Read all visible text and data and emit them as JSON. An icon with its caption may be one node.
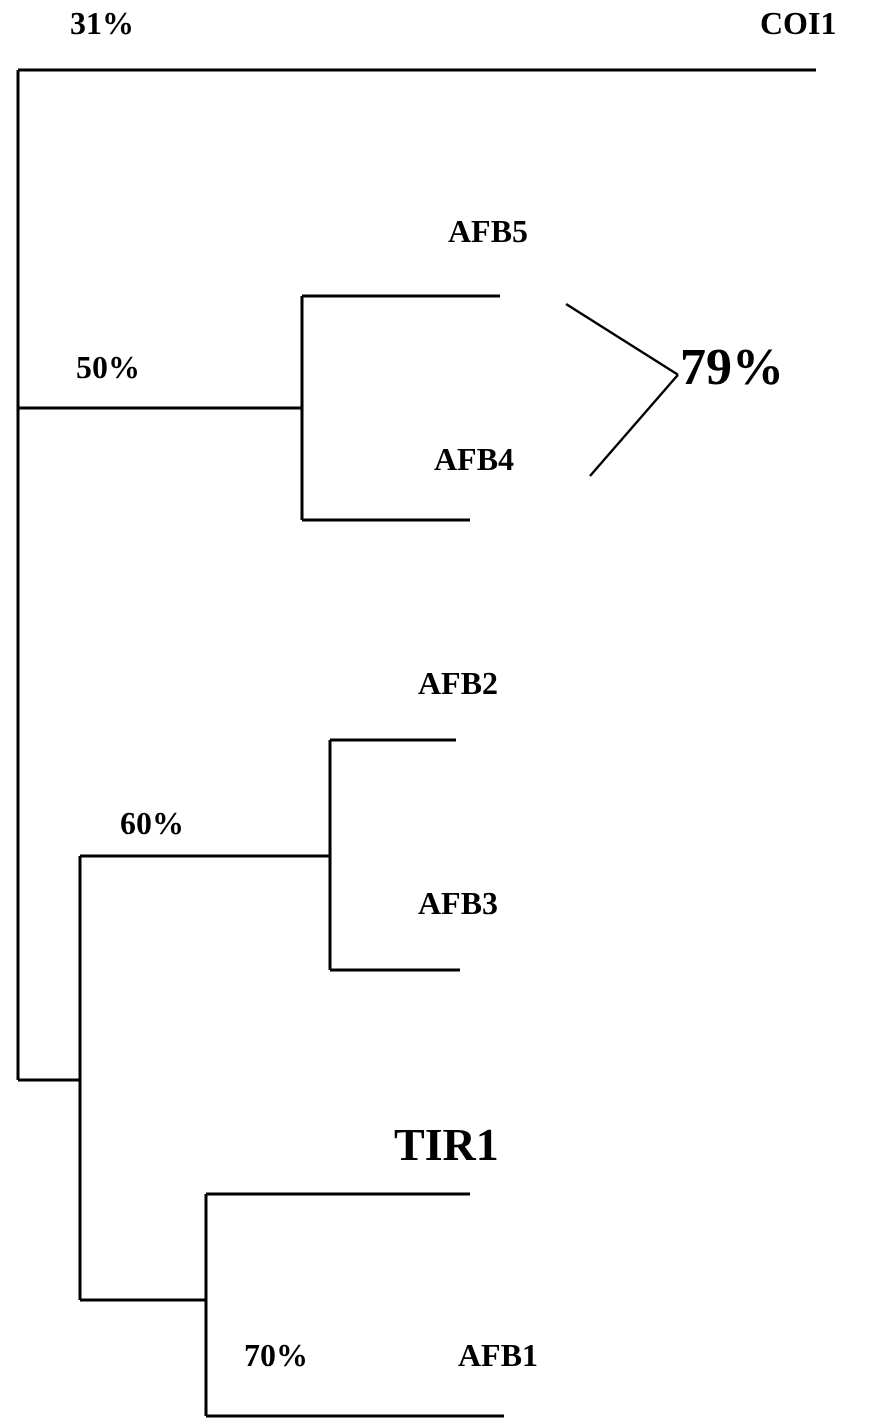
{
  "diagram": {
    "nodes": [
      {
        "text": [
          "COI1"
        ]
      },
      {
        "text": [
          "AFB5"
        ]
      },
      {
        "text": [
          "AFB4"
        ]
      },
      {
        "text": [
          "79%"
        ]
      },
      {
        "text": [
          "AFB2"
        ]
      },
      {
        "text": [
          "AFB3"
        ]
      },
      {
        "text": [
          "TIR1"
        ]
      },
      {
        "text": [
          "AFB1"
        ]
      }
    ],
    "edges": [
      {
        "from": 3,
        "to": null,
        "arrow": "none"
      },
      {
        "from": 3,
        "to": null,
        "arrow": "none"
      }
    ],
    "labels": [
      "31%",
      "50%",
      "60%",
      "70%"
    ]
  }
}
